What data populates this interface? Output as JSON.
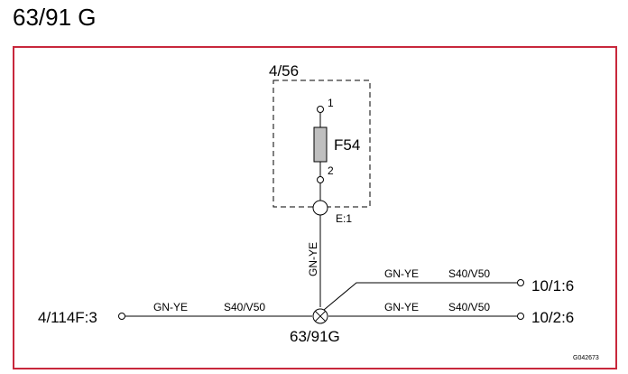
{
  "page_title": "63/91 G",
  "diagram": {
    "component_box_label": "4/56",
    "fuse": {
      "name": "F54",
      "pin_top": "1",
      "pin_bottom": "2"
    },
    "splice_label": "E:1",
    "vertical_wire_color": "GN-YE",
    "ground_point_label": "63/91G",
    "left_connector": "4/114F:3",
    "left_wire": {
      "color": "GN-YE",
      "size": "S40/V50"
    },
    "right_upper_connector": "10/1:6",
    "right_upper_wire": {
      "color": "GN-YE",
      "size": "S40/V50"
    },
    "right_lower_connector": "10/2:6",
    "right_lower_wire": {
      "color": "GN-YE",
      "size": "S40/V50"
    },
    "drawing_code": "G042673"
  },
  "colors": {
    "frame_border": "#c8283c",
    "fuse_fill": "#bfbfbf"
  }
}
